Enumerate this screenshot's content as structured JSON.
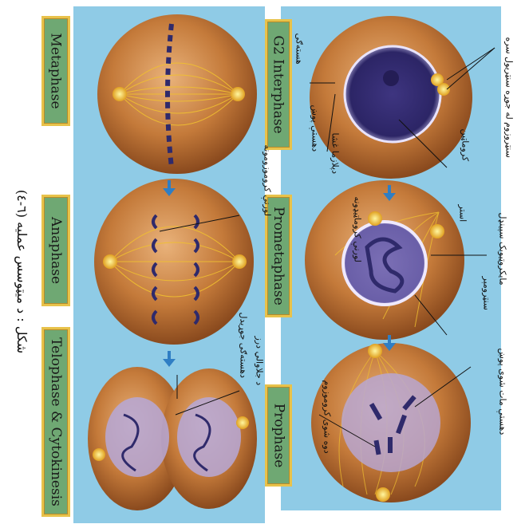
{
  "stages": {
    "interphase": "G2 Interphase",
    "prometaphase": "Prometaphase",
    "prophase": "Prophase",
    "metaphase": "Metaphase",
    "anaphase": "Anaphase",
    "telophase": "Telophase & Cytokinesis"
  },
  "labels": {
    "centrosomes": "سنټروزوم له جوړه سنټريول سره",
    "nucleolus": "هسته‌ګی",
    "nuclear_envelope": "دهستې پوښ",
    "plasma_membrane": "دپلازما غشا",
    "chromatin": "کروماټين",
    "aster": "استر",
    "spindle_microtubule": "مايکروټيوبک سپينډل",
    "kinetochore_fibers": "لورنې کروماټيډونه",
    "centromere": "سنټرومېر",
    "broken_envelope": "دهستې مات شوی پوښ",
    "duplicated_chromosome": "دوه شوی کروموزوم",
    "daughter_chromosomes": "لورنې کروموزومونه",
    "cleavage_furrow": "د جلاوالي درز",
    "forming_nucleolus": "دهسته‌ګی جوړيدل"
  },
  "caption": "(٦-٤) شکل : د ميټوسس عمليه",
  "colors": {
    "panel_bg": "#8fcbe6",
    "stage_box": "#6fa873",
    "stage_border": "#e8c24a",
    "cell_fill": "#c47a3a",
    "nucleus": "#5d4f96",
    "chromosome": "#2f2a6b",
    "spindle": "#f0c030",
    "arrow": "#2f7ec4"
  }
}
